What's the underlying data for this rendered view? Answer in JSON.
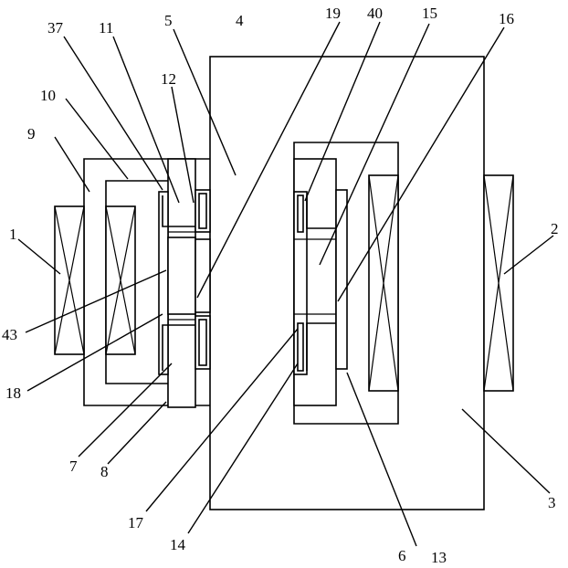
{
  "labels": {
    "l1": "1",
    "l2": "2",
    "l3": "3",
    "l4": "4",
    "l5": "5",
    "l6": "6",
    "l7": "7",
    "l8": "8",
    "l9": "9",
    "l10": "10",
    "l11": "11",
    "l12": "12",
    "l13": "13",
    "l14": "14",
    "l15": "15",
    "l16": "16",
    "l17": "17",
    "l18": "18",
    "l19": "19",
    "l37": "37",
    "l40": "40",
    "l43": "43"
  }
}
